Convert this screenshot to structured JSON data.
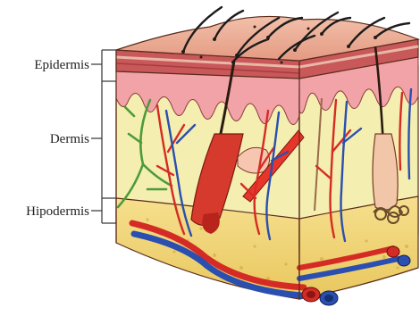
{
  "labels": {
    "epidermis": "Epidermis",
    "dermis": "Dermis",
    "hypodermis": "Hipodermis"
  },
  "colors": {
    "epidermis_surface": "#e8a78f",
    "epidermis_band": "#c8585a",
    "dermis_papillary": "#f2a3a8",
    "dermis": "#f4eeb0",
    "hypodermis_fat": "#f2d780",
    "artery": "#d52b25",
    "vein": "#2a4fb0",
    "nerve": "#4c9b3a",
    "hair": "#1c1c1c",
    "outline": "#5a2a1a"
  }
}
